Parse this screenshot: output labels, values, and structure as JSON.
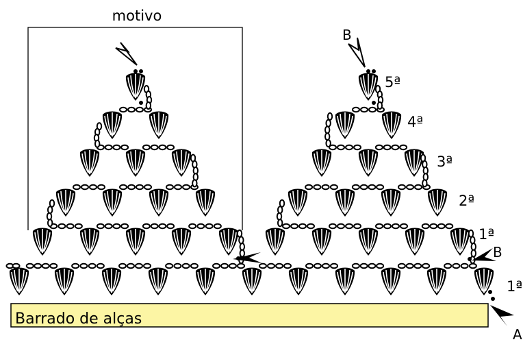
{
  "diagram": {
    "motif_label": "motivo",
    "band_label": "Barrado de alças",
    "row_labels": [
      "1ª",
      "1ª",
      "2ª",
      "3ª",
      "4ª",
      "5ª"
    ],
    "point_labels": [
      "B",
      "B",
      "A"
    ],
    "band_color": "#fcf5a4",
    "ink_color": "#000000"
  }
}
